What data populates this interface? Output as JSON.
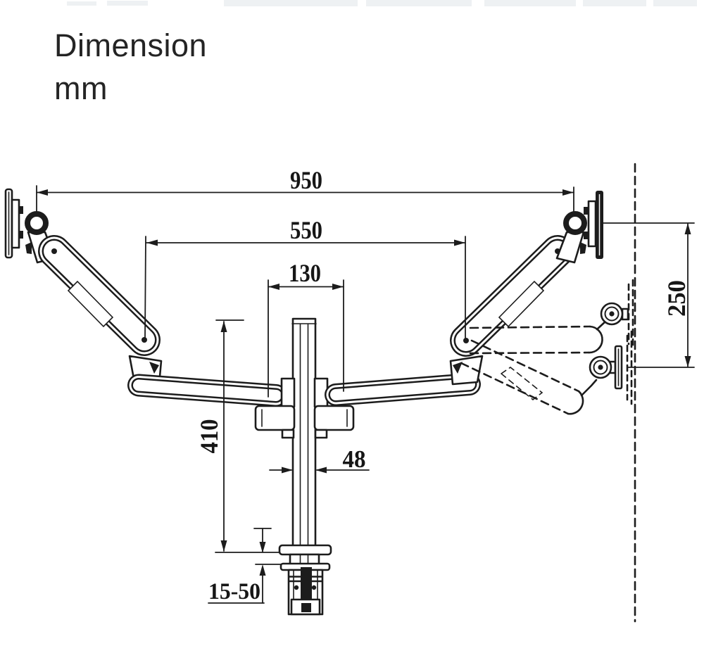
{
  "title": {
    "line1": "Dimension",
    "line2": "mm"
  },
  "units": "mm",
  "colors": {
    "ink": "#1c1c1c",
    "background": "#ffffff"
  },
  "dimensions": {
    "overall_width": "950",
    "arm_pivot_span": "550",
    "pole_offset": "130",
    "pole_height": "410",
    "pole_diameter": "48",
    "desk_clamp_range": "15-50",
    "height_adjustment": "250"
  }
}
